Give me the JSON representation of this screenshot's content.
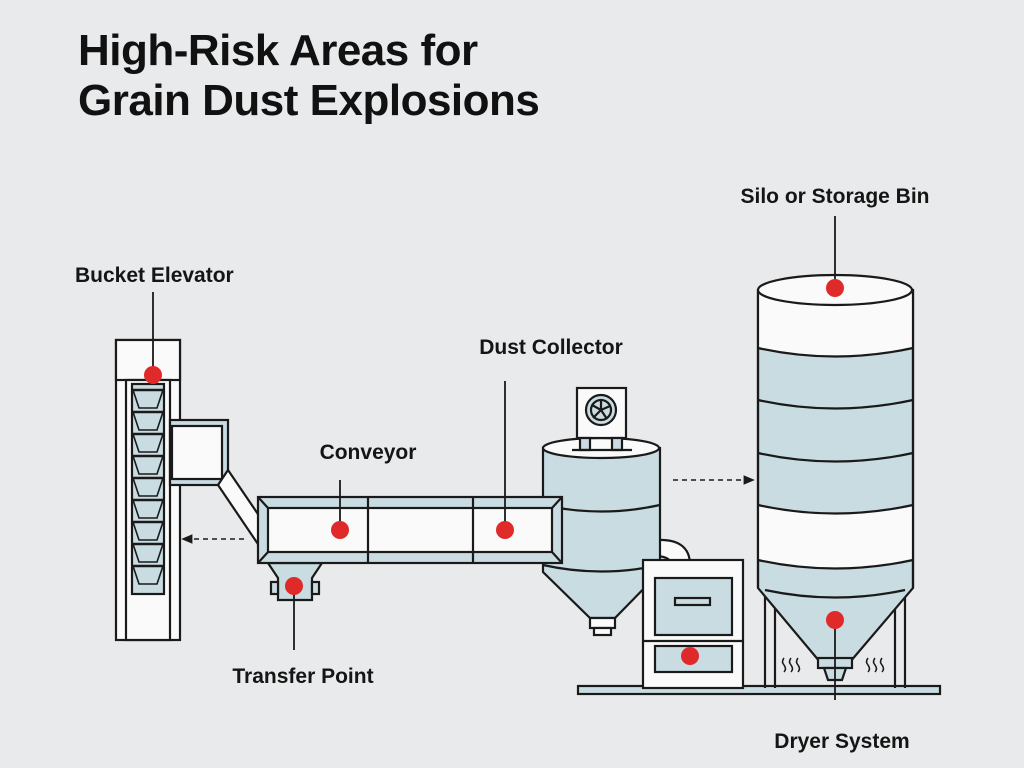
{
  "title": {
    "line1": "High-Risk Areas for",
    "line2": "Grain Dust Explosions"
  },
  "labels": {
    "bucket_elevator": "Bucket Elevator",
    "conveyor": "Conveyor",
    "dust_collector": "Dust Collector",
    "transfer_point": "Transfer Point",
    "silo": "Silo or Storage Bin",
    "dryer": "Dryer System"
  },
  "colors": {
    "background": "#e9eaeb",
    "equipment_fill": "#c8dce1",
    "panel_fill": "#fafafa",
    "hazard": "#e02a2a",
    "stroke": "#1a1a1a"
  }
}
